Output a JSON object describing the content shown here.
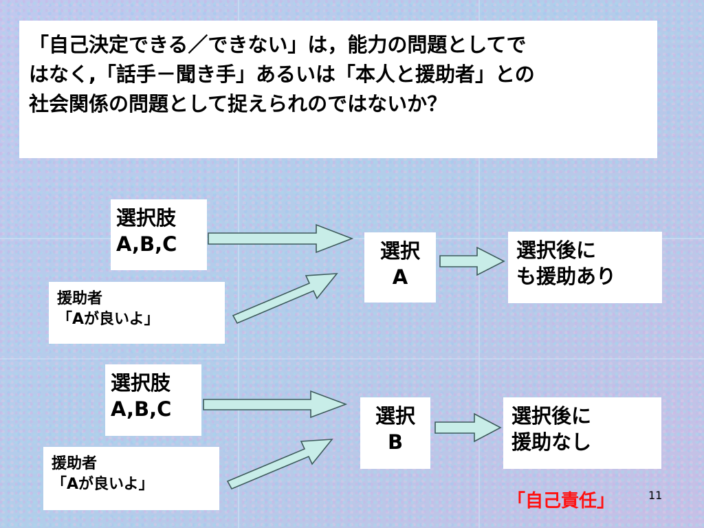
{
  "title_lines": [
    "「自己決定できる／できない」は，能力の問題としてで",
    "はなく,「話手－聞き手」あるいは「本人と援助者」との",
    "社会関係の問題として捉えられのではないか？"
  ],
  "scenarios": [
    {
      "options": [
        "選択肢",
        "A,B,C"
      ],
      "helper": [
        "援助者",
        "「Aが良いよ」"
      ],
      "choice": [
        "選択",
        "A"
      ],
      "after": [
        "選択後に",
        "も援助あり"
      ]
    },
    {
      "options": [
        "選択肢",
        "A,B,C"
      ],
      "helper": [
        "援助者",
        "「Aが良いよ」"
      ],
      "choice": [
        "選択",
        "B"
      ],
      "after": [
        "選択後に",
        "援助なし"
      ]
    }
  ],
  "highlight": "「自己責任」",
  "highlight_color": "#ff1010",
  "arrow_fill": "#c8ede8",
  "page_number": "11"
}
